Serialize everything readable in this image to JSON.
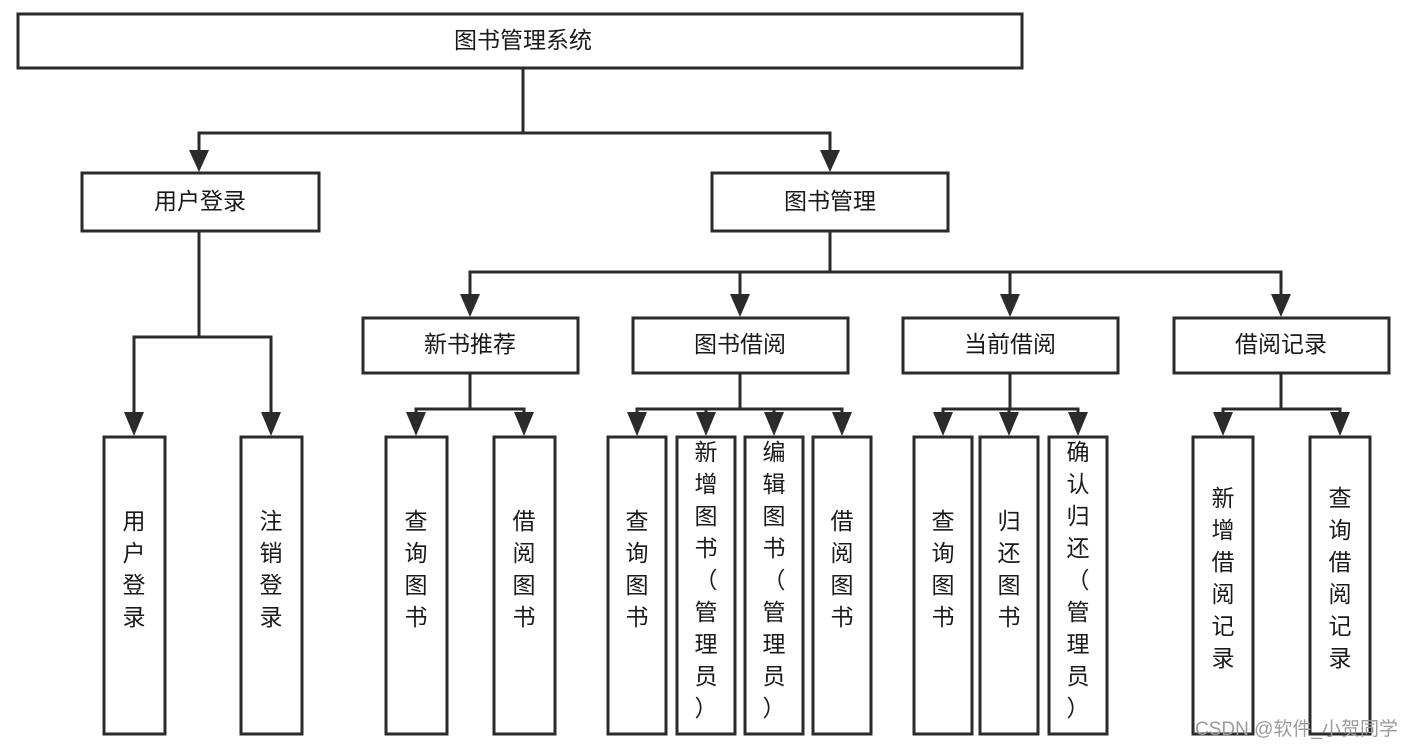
{
  "diagram": {
    "title": "图书管理系统",
    "type": "tree-hierarchy",
    "root": {
      "id": "root",
      "label": "图书管理系统",
      "orientation": "horizontal"
    },
    "level2": [
      {
        "id": "user-login",
        "label": "用户登录",
        "orientation": "horizontal"
      },
      {
        "id": "book-management",
        "label": "图书管理",
        "orientation": "horizontal"
      }
    ],
    "level3": [
      {
        "id": "new-book-recommend",
        "label": "新书推荐",
        "orientation": "horizontal",
        "parent": "book-management"
      },
      {
        "id": "book-borrow",
        "label": "图书借阅",
        "orientation": "horizontal",
        "parent": "book-management"
      },
      {
        "id": "current-borrow",
        "label": "当前借阅",
        "orientation": "horizontal",
        "parent": "book-management"
      },
      {
        "id": "borrow-record",
        "label": "借阅记录",
        "orientation": "horizontal",
        "parent": "book-management"
      }
    ],
    "leaves": [
      {
        "id": "leaf-user-login",
        "label": "用户登录",
        "orientation": "vertical",
        "parent": "user-login"
      },
      {
        "id": "leaf-user-logout",
        "label": "注销登录",
        "orientation": "vertical",
        "parent": "user-login"
      },
      {
        "id": "leaf-query-book-1",
        "label": "查询图书",
        "orientation": "vertical",
        "parent": "new-book-recommend"
      },
      {
        "id": "leaf-borrow-book-1",
        "label": "借阅图书",
        "orientation": "vertical",
        "parent": "new-book-recommend"
      },
      {
        "id": "leaf-query-book-2",
        "label": "查询图书",
        "orientation": "vertical",
        "parent": "book-borrow"
      },
      {
        "id": "leaf-add-book",
        "label": "新增图书（管理员）",
        "orientation": "vertical",
        "parent": "book-borrow"
      },
      {
        "id": "leaf-edit-book",
        "label": "编辑图书（管理员）",
        "orientation": "vertical",
        "parent": "book-borrow"
      },
      {
        "id": "leaf-borrow-book-2",
        "label": "借阅图书",
        "orientation": "vertical",
        "parent": "book-borrow"
      },
      {
        "id": "leaf-query-book-3",
        "label": "查询图书",
        "orientation": "vertical",
        "parent": "current-borrow"
      },
      {
        "id": "leaf-return-book",
        "label": "归还图书",
        "orientation": "vertical",
        "parent": "current-borrow"
      },
      {
        "id": "leaf-confirm-return",
        "label": "确认归还（管理员）",
        "orientation": "vertical",
        "parent": "current-borrow"
      },
      {
        "id": "leaf-add-record",
        "label": "新增借阅记录",
        "orientation": "vertical",
        "parent": "borrow-record"
      },
      {
        "id": "leaf-query-record",
        "label": "查询借阅记录",
        "orientation": "vertical",
        "parent": "borrow-record"
      }
    ]
  },
  "watermark": {
    "text": "CSDN @软件_小贺同学"
  },
  "colors": {
    "box_stroke": "#2b2b2b",
    "box_fill": "#ffffff",
    "connector": "#2b2b2b",
    "text": "#1a1a1a",
    "watermark": "#9b9b9b",
    "background": "#ffffff"
  }
}
